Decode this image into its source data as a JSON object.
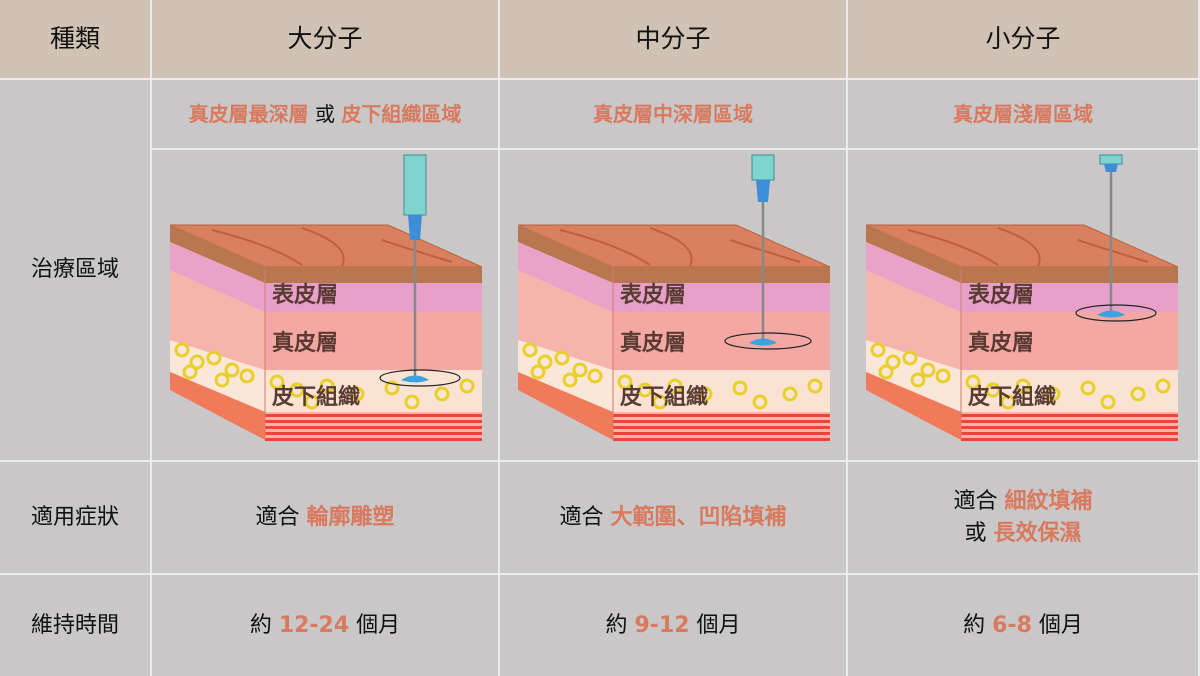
{
  "header": {
    "label": "種類",
    "types": [
      "大分子",
      "中分子",
      "小分子"
    ]
  },
  "treatment_area": {
    "label": "治療區域",
    "columns": [
      {
        "part1": "真皮層最深層",
        "sep": " 或 ",
        "part2": "皮下組織區域"
      },
      {
        "part1": "真皮層中深層區域",
        "sep": "",
        "part2": ""
      },
      {
        "part1": "真皮層淺層區域",
        "sep": "",
        "part2": ""
      }
    ],
    "layer_labels": {
      "epidermis": "表皮層",
      "dermis": "真皮層",
      "subcutis": "皮下組織"
    },
    "injection_depth": [
      "subcutis",
      "dermis-mid",
      "dermis-shallow"
    ]
  },
  "symptoms": {
    "label": "適用症狀",
    "columns": [
      {
        "pre": "適合 ",
        "a": "輪廓雕塑",
        "mid": "",
        "b": ""
      },
      {
        "pre": "適合 ",
        "a": "大範圍、凹陷填補",
        "mid": "",
        "b": ""
      },
      {
        "pre": "適合 ",
        "a": "細紋填補",
        "mid": "或 ",
        "b": "長效保濕"
      }
    ]
  },
  "duration": {
    "label": "維持時間",
    "columns": [
      {
        "pre": "約 ",
        "value": "12-24",
        "post": " 個月"
      },
      {
        "pre": "約 ",
        "value": "9-12",
        "post": " 個月"
      },
      {
        "pre": "約 ",
        "value": "6-8",
        "post": " 個月"
      }
    ]
  },
  "colors": {
    "accent": "#d97a5f",
    "header_bg": "#d0c2b5",
    "cell_bg": "#c9c7c8"
  }
}
